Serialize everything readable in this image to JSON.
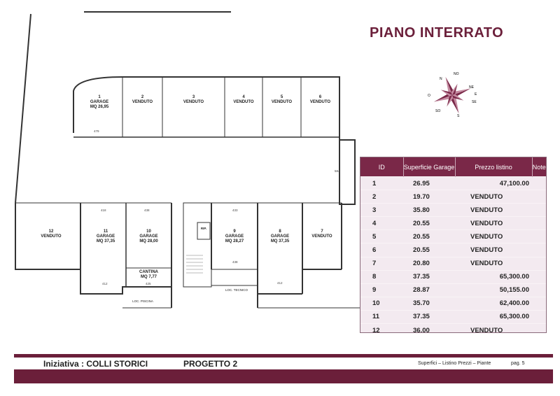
{
  "title": "PIANO INTERRATO",
  "compass": {
    "n": "NO",
    "ne": "NE",
    "se": "SE",
    "s": "S",
    "sw": "SO",
    "w": "O",
    "e": "E",
    "nw": "N"
  },
  "plan": {
    "units": [
      {
        "id": "1",
        "line1": "GARAGE",
        "line2": "MQ 26,95"
      },
      {
        "id": "2",
        "line1": "VENDUTO",
        "line2": ""
      },
      {
        "id": "3",
        "line1": "VENDUTO",
        "line2": ""
      },
      {
        "id": "4",
        "line1": "VENDUTO",
        "line2": ""
      },
      {
        "id": "5",
        "line1": "VENDUTO",
        "line2": ""
      },
      {
        "id": "6",
        "line1": "VENDUTO",
        "line2": ""
      },
      {
        "id": "12",
        "line1": "VENDUTO",
        "line2": ""
      },
      {
        "id": "11",
        "line1": "GARAGE",
        "line2": "MQ 37,35"
      },
      {
        "id": "10",
        "line1": "GARAGE",
        "line2": "MQ 28,00"
      },
      {
        "id": "9",
        "line1": "GARAGE",
        "line2": "MQ 28,27"
      },
      {
        "id": "8",
        "line1": "GARAGE",
        "line2": "MQ 37,35"
      },
      {
        "id": "7",
        "line1": "VENDUTO",
        "line2": ""
      }
    ],
    "cantina": {
      "line1": "CANTINA",
      "line2": "MQ 7,77"
    },
    "rip": "RIP.",
    "loc_tecnico": "LOC. TECNICO",
    "loc_piscina": "LOC. PISCINA",
    "dims": {
      "d479": "479",
      "d418": "418",
      "d438": "438",
      "d433": "433",
      "d425": "425",
      "d412": "412",
      "d584": "584",
      "d438b": "438",
      "d412b": "412"
    }
  },
  "table": {
    "headers": {
      "id": "ID",
      "sup": "Superficie Garage",
      "price": "Prezzo listino",
      "notes": "Note"
    },
    "rows": [
      {
        "id": "1",
        "sup": "26.95",
        "price": "47,100.00"
      },
      {
        "id": "2",
        "sup": "19.70",
        "price": "VENDUTO"
      },
      {
        "id": "3",
        "sup": "35.80",
        "price": "VENDUTO"
      },
      {
        "id": "4",
        "sup": "20.55",
        "price": "VENDUTO"
      },
      {
        "id": "5",
        "sup": "20.55",
        "price": "VENDUTO"
      },
      {
        "id": "6",
        "sup": "20.55",
        "price": "VENDUTO"
      },
      {
        "id": "7",
        "sup": "20.80",
        "price": "VENDUTO"
      },
      {
        "id": "8",
        "sup": "37.35",
        "price": "65,300.00"
      },
      {
        "id": "9",
        "sup": "28.87",
        "price": "50,155.00"
      },
      {
        "id": "10",
        "sup": "35.70",
        "price": "62,400.00"
      },
      {
        "id": "11",
        "sup": "37.35",
        "price": "65,300.00"
      },
      {
        "id": "12",
        "sup": "36.00",
        "price": "VENDUTO"
      }
    ]
  },
  "footer": {
    "initiative": "Iniziativa :  COLLI STORICI",
    "project": "PROGETTO  2",
    "description": "Superfici – Listino Prezzi – Piante",
    "page": "pag.  5"
  },
  "colors": {
    "accent": "#6b1f3a",
    "table_bg": "#f3eaf0"
  }
}
